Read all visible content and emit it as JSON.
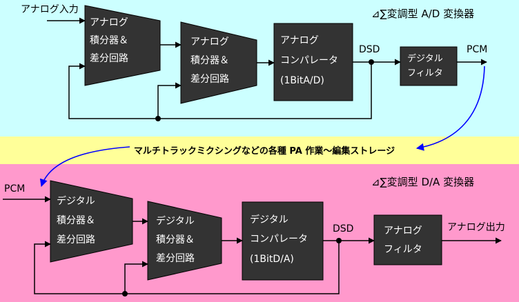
{
  "ad": {
    "title": "⊿∑変調型 A/D 変換器",
    "input_label": "アナログ入力",
    "integrator1": [
      "アナログ",
      "積分器＆",
      "差分回路"
    ],
    "integrator2": [
      "アナログ",
      "積分器＆",
      "差分回路"
    ],
    "comparator": [
      "アナログ",
      "コンパレータ",
      "(1BitA/D)"
    ],
    "dsd_label": "DSD",
    "filter": [
      "デジタル",
      "フィルタ"
    ],
    "pcm_label": "PCM"
  },
  "band": {
    "text": "マルチトラックミクシングなどの各種 PA 作業～編集ストレージ"
  },
  "da": {
    "title": "⊿∑変調型 D/A 変換器",
    "pcm_label": "PCM",
    "integrator1": [
      "デジタル",
      "積分器＆",
      "差分回路"
    ],
    "integrator2": [
      "デジタル",
      "積分器＆",
      "差分回路"
    ],
    "comparator": [
      "デジタル",
      "コンパレータ",
      "(1BitD/A)"
    ],
    "dsd_label": "DSD",
    "filter": [
      "アナログ",
      "フィルタ"
    ],
    "output_label": "アナログ出力"
  },
  "colors": {
    "ad_background": "#ccffff",
    "band_background": "#ffff99",
    "da_background": "#ff99cc",
    "block_fill": "#333333",
    "curve_arrow": "#0000ff"
  }
}
